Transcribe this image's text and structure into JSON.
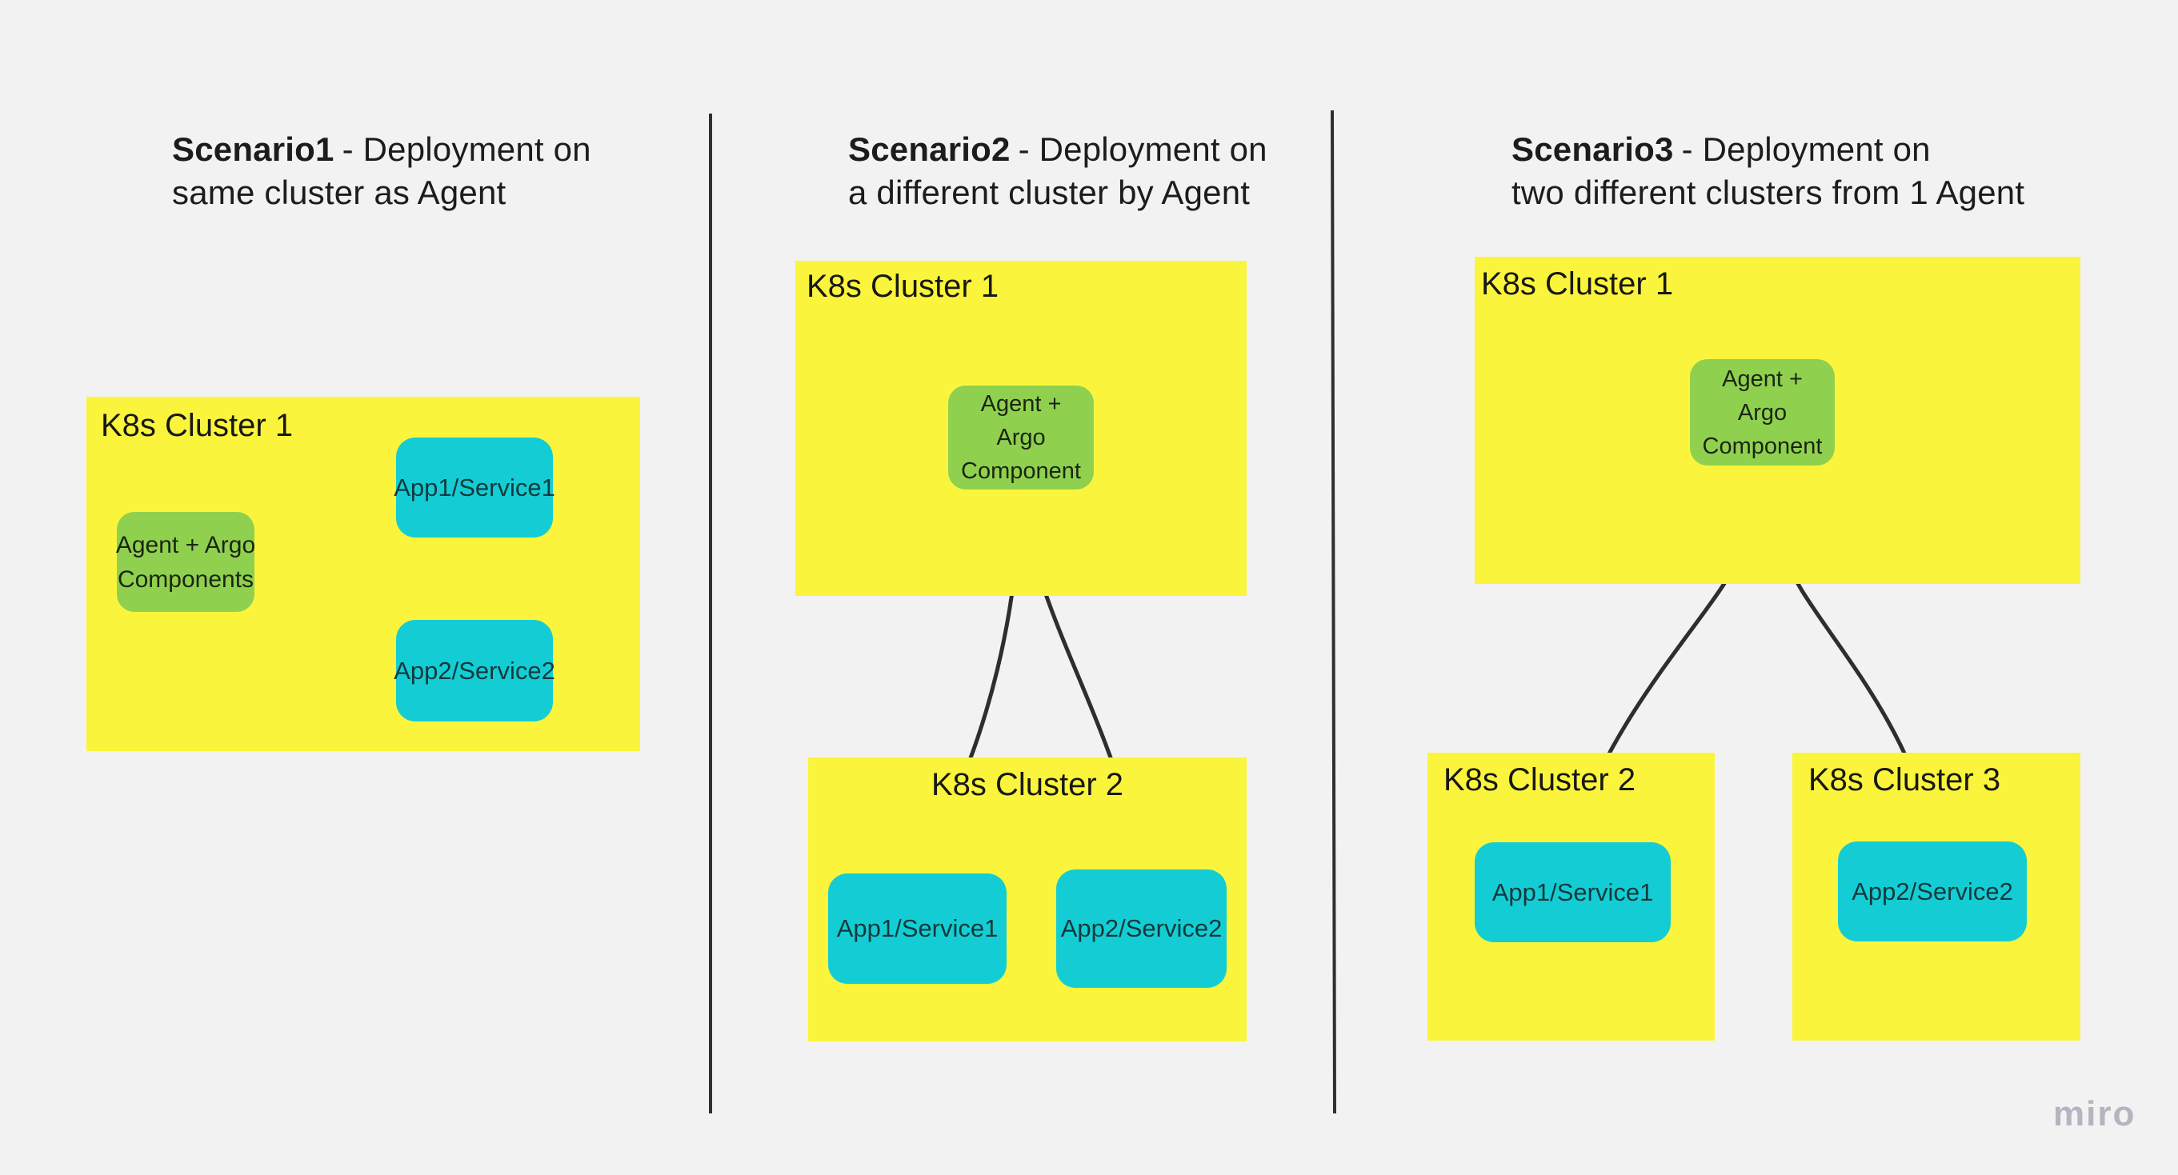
{
  "board": {
    "watermark": "miro"
  },
  "colors": {
    "background": "#f2f2f3",
    "cluster_fill": "#faf53c",
    "agent_fill": "#8fd14f",
    "app_fill": "#14cdd4",
    "text": "#1d1d1d",
    "connector": "#2e2e2e",
    "divider": "#2f2f2f",
    "watermark": "#b6b4c0"
  },
  "panels": [
    {
      "title": {
        "bold": "Scenario1",
        "rest": "- Deployment on",
        "line2": "same cluster as Agent"
      },
      "agent": {
        "lines": [
          "Agent + Argo",
          "Components"
        ]
      },
      "clusters": [
        {
          "label": "K8s Cluster 1",
          "apps": [
            "App1/Service1",
            "App2/Service2"
          ]
        }
      ]
    },
    {
      "title": {
        "bold": "Scenario2",
        "rest": "- Deployment on",
        "line2": "a different cluster by Agent"
      },
      "agent": {
        "lines": [
          "Agent +",
          "Argo",
          "Component"
        ]
      },
      "clusters": [
        {
          "label": "K8s Cluster 1",
          "apps": []
        },
        {
          "label": "K8s Cluster 2",
          "apps": [
            "App1/Service1",
            "App2/Service2"
          ]
        }
      ]
    },
    {
      "title": {
        "bold": "Scenario3",
        "rest": "- Deployment on",
        "line2": "two different clusters from 1 Agent"
      },
      "agent": {
        "lines": [
          "Agent +",
          "Argo",
          "Component"
        ]
      },
      "clusters": [
        {
          "label": "K8s Cluster 1",
          "apps": []
        },
        {
          "label": "K8s Cluster 2",
          "apps": [
            "App1/Service1"
          ]
        },
        {
          "label": "K8s Cluster 3",
          "apps": [
            "App2/Service2"
          ]
        }
      ]
    }
  ]
}
